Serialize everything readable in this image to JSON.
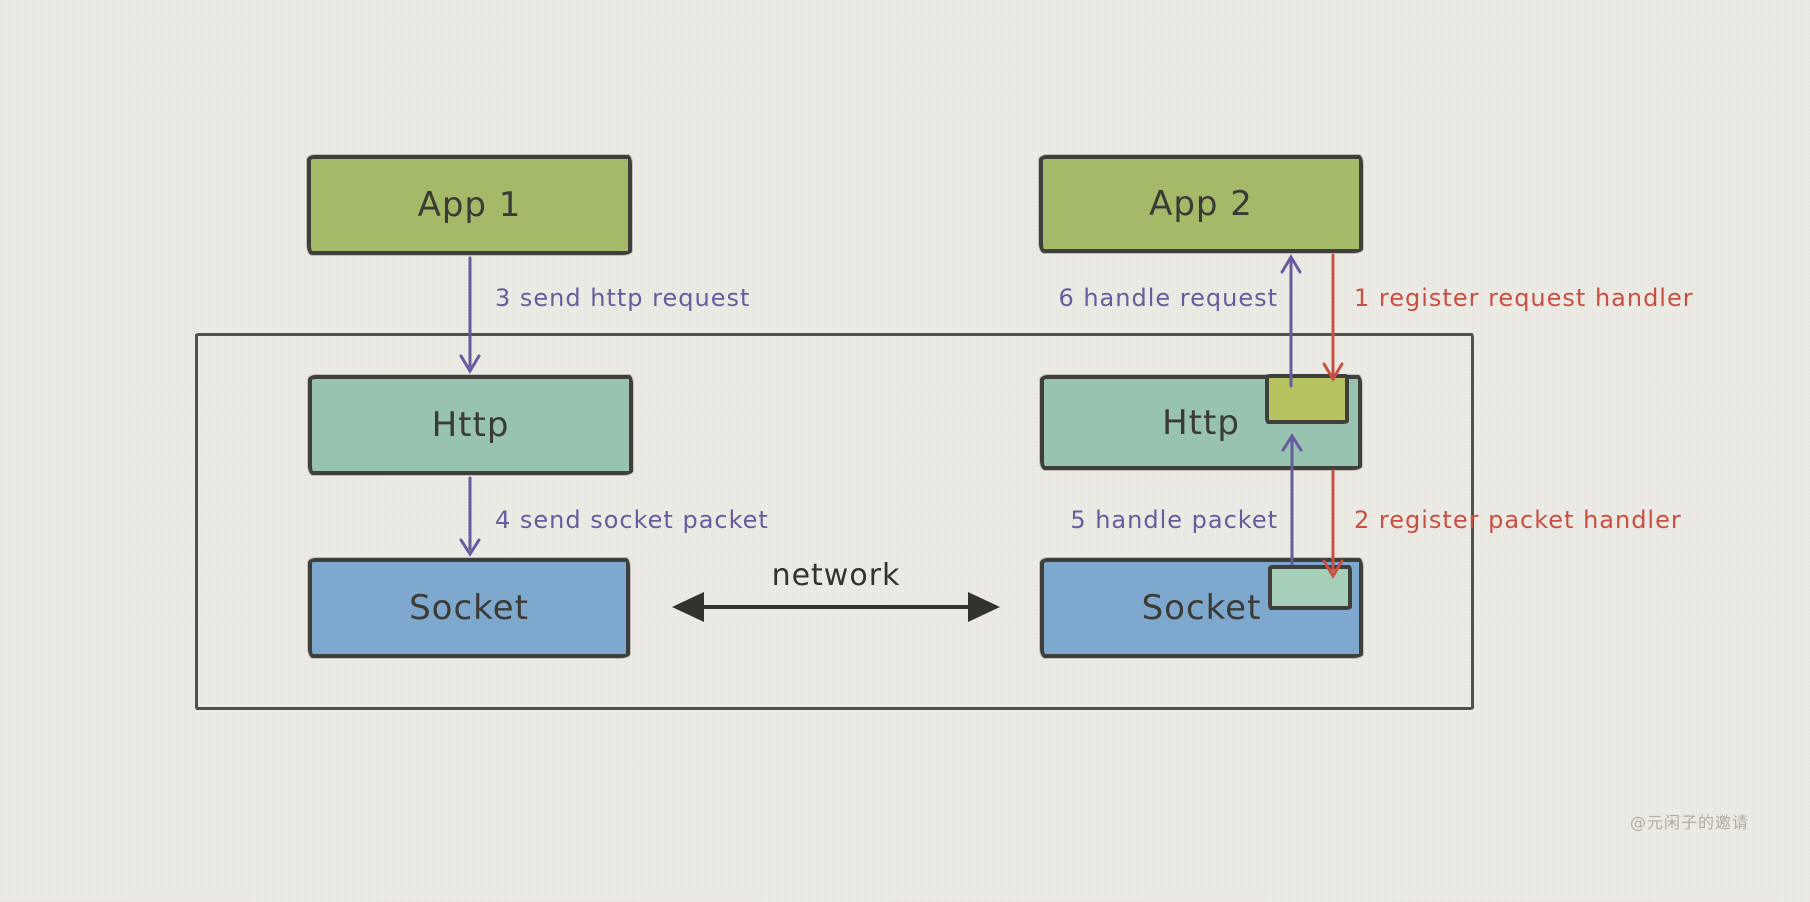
{
  "diagram": {
    "nodes": {
      "app1": "App 1",
      "http1": "Http",
      "socket1": "Socket",
      "app2": "App 2",
      "http2": "Http",
      "socket2": "Socket"
    },
    "edges": {
      "e1": "1 register request handler",
      "e2": "2 register packet handler",
      "e3": "3 send http request",
      "e4": "4 send socket packet",
      "e5": "5 handle packet",
      "e6": "6 handle request"
    },
    "network_label": "network",
    "watermark": "@元闲子的邀请",
    "colors": {
      "app_fill": "#a5ba68",
      "http_fill": "#97c3b0",
      "socket_fill": "#7ea8cd",
      "request_handler_fill": "#b6c360",
      "packet_handler_fill": "#a6cfba",
      "purple_arrow": "#665c9e",
      "red_arrow": "#c85043",
      "ink": "#3b3b35",
      "frame_border": "#51504b",
      "background": "#edebe5"
    }
  }
}
